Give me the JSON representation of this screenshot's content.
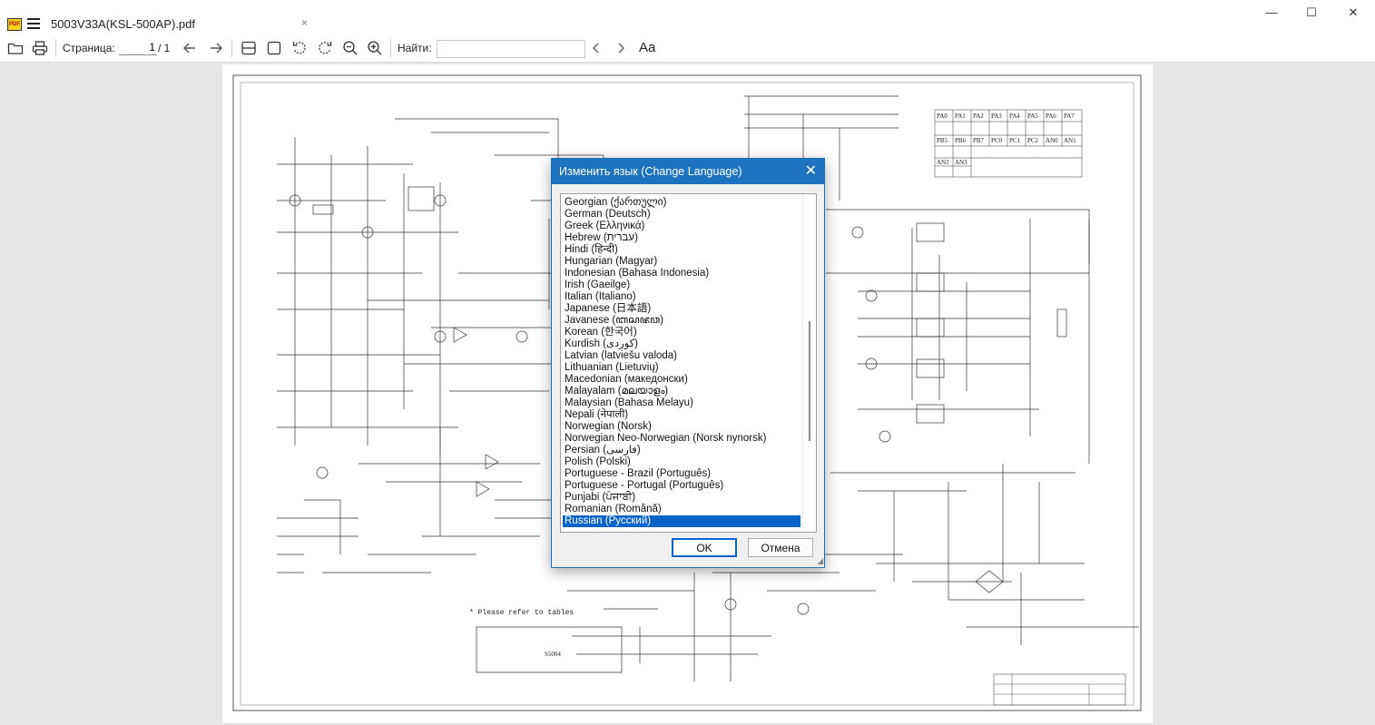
{
  "window": {
    "title": "5003V33A(KSL-500AP).pdf",
    "app_icon_text": "PDF",
    "tab_close": "×",
    "controls": {
      "minimize": "—",
      "maximize": "☐",
      "close": "✕"
    }
  },
  "toolbar": {
    "page_label": "Страница:",
    "page_value": "1",
    "page_total": "/ 1",
    "find_label": "Найти:",
    "find_value": "",
    "font_button": "Aa"
  },
  "document": {
    "note": "* Please refer to tables",
    "table_row1": [
      "PA0",
      "PA1",
      "PA2",
      "PA3",
      "PA4",
      "PA5",
      "PA6",
      "PA7"
    ],
    "table_row2": [
      "PB5",
      "PB6",
      "PB7",
      "PC0",
      "PC1",
      "PC2",
      "AN0",
      "AN1"
    ],
    "table_row3": [
      "AN2",
      "AN3"
    ],
    "ic_label": "S5004"
  },
  "dialog": {
    "title": "Изменить язык (Change Language)",
    "close": "✕",
    "languages": [
      "Georgian (ქართული)",
      "German (Deutsch)",
      "Greek (Ελληνικά)",
      "Hebrew (עברית)",
      "Hindi (हिन्दी)",
      "Hungarian (Magyar)",
      "Indonesian (Bahasa Indonesia)",
      "Irish (Gaeilge)",
      "Italian (Italiano)",
      "Japanese (日本語)",
      "Javanese (ꦧꦱꦗꦮ)",
      "Korean (한국어)",
      "Kurdish (کوردی)",
      "Latvian (latviešu valoda)",
      "Lithuanian (Lietuvių)",
      "Macedonian (македонски)",
      "Malayalam (മലയാളം)",
      "Malaysian (Bahasa Melayu)",
      "Nepali (नेपाली)",
      "Norwegian (Norsk)",
      "Norwegian Neo-Norwegian (Norsk nynorsk)",
      "Persian (فارسی)",
      "Polish (Polski)",
      "Portuguese - Brazil (Português)",
      "Portuguese - Portugal (Português)",
      "Punjabi (ਪੰਜਾਬੀ)",
      "Romanian (Română)",
      "Russian (Русский)"
    ],
    "selected_index": 27,
    "ok": "OK",
    "cancel": "Отмена"
  },
  "colors": {
    "accent": "#1e73be",
    "selection": "#0a64c8",
    "schematic_line": "#333333"
  },
  "icons": [
    "app-icon",
    "menu-icon",
    "folder-icon",
    "print-icon",
    "arrow-left-icon",
    "arrow-right-icon",
    "fit-width-icon",
    "fit-page-icon",
    "rotate-left-icon",
    "rotate-right-icon",
    "zoom-out-icon",
    "zoom-in-icon",
    "chevron-left-icon",
    "chevron-right-icon",
    "font-size-icon"
  ]
}
